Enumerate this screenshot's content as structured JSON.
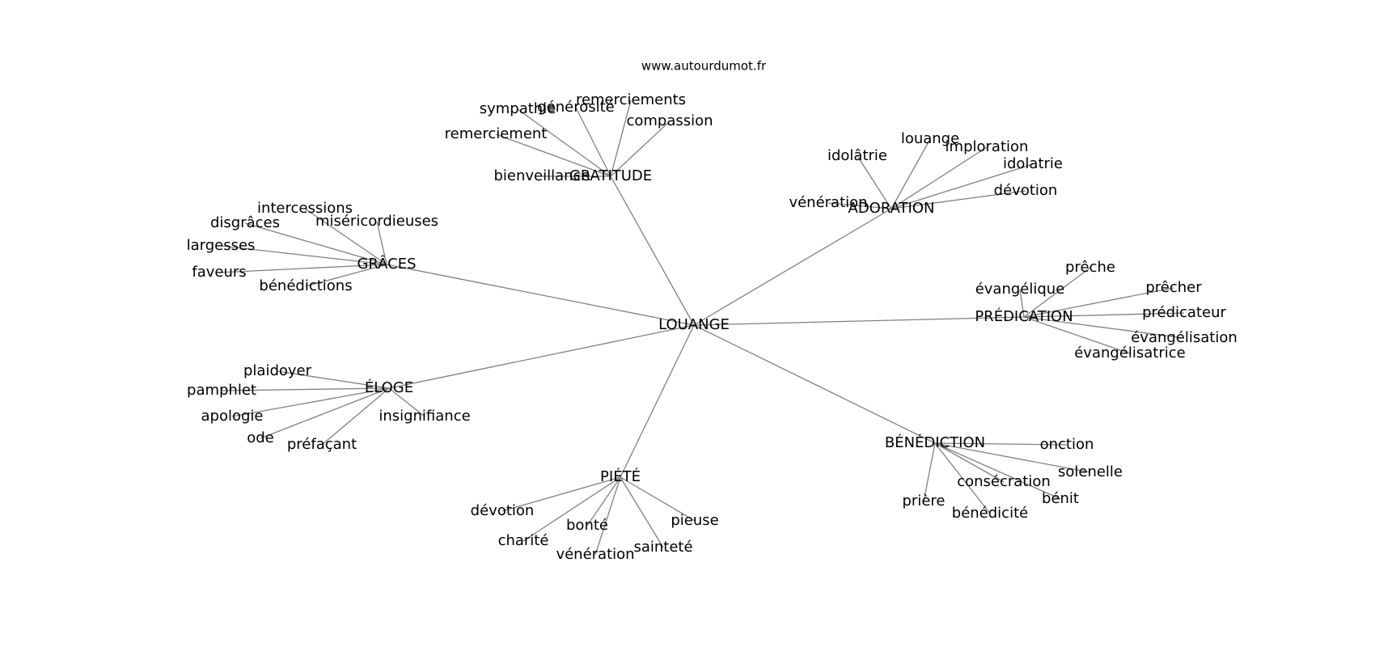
{
  "site": "www.autourdumot.fr",
  "root": "LOUANGE",
  "clusters": [
    {
      "id": "gratitude",
      "label": "GRATITUDE",
      "children": [
        "remerciements",
        "générosité",
        "sympathie",
        "compassion",
        "remerciement",
        "bienveillance"
      ]
    },
    {
      "id": "adoration",
      "label": "ADORATION",
      "children": [
        "louange",
        "imploration",
        "idolâtrie",
        "idolatrie",
        "dévotion",
        "vénération"
      ]
    },
    {
      "id": "graces",
      "label": "GRÂCES",
      "children": [
        "intercessions",
        "miséricordieuses",
        "disgrâces",
        "largesses",
        "faveurs",
        "bénédictions"
      ]
    },
    {
      "id": "predication",
      "label": "PRÉDICATION",
      "children": [
        "prêche",
        "évangélique",
        "prêcher",
        "prédicateur",
        "évangélisation",
        "évangélisatrice"
      ]
    },
    {
      "id": "eloge",
      "label": "ÉLOGE",
      "children": [
        "plaidoyer",
        "pamphlet",
        "apologie",
        "insignifiance",
        "ode",
        "préfaçant"
      ]
    },
    {
      "id": "benediction",
      "label": "BÉNÉDICTION",
      "children": [
        "onction",
        "solenelle",
        "consécration",
        "bénit",
        "prière",
        "bénédicité"
      ]
    },
    {
      "id": "piete",
      "label": "PIÉTÉ",
      "children": [
        "dévotion",
        "pieuse",
        "bonté",
        "charité",
        "sainteté",
        "vénération"
      ]
    }
  ]
}
